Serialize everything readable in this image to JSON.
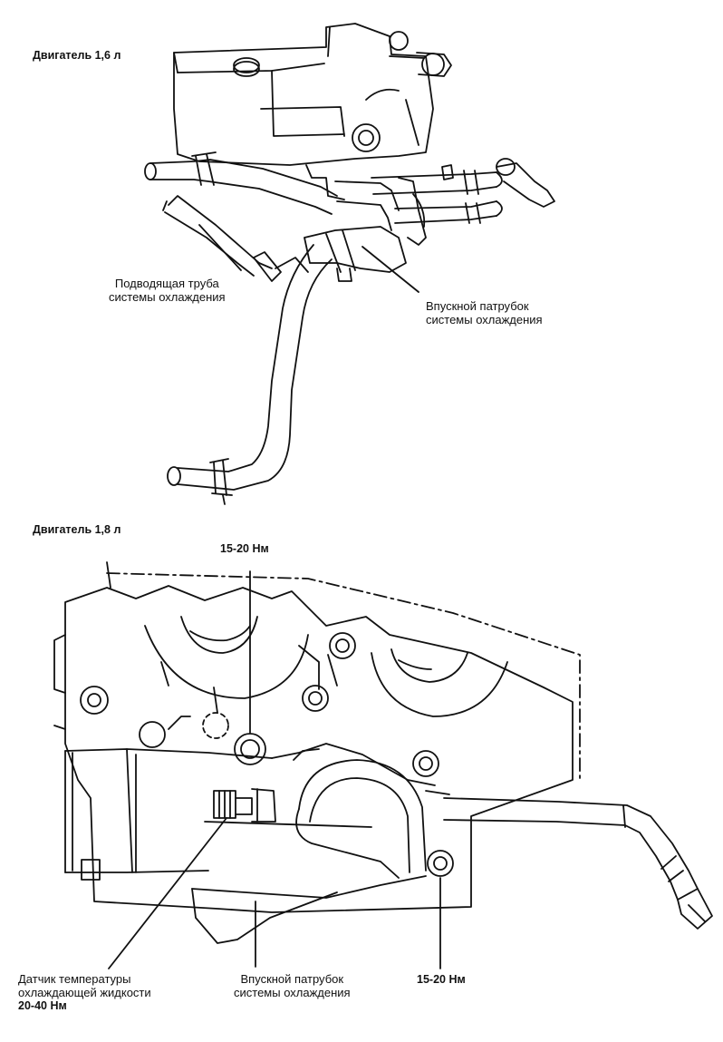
{
  "engine16": {
    "title": "Двигатель 1,6 л",
    "label_inlet_pipe": "Подводящая труба\nсистемы охлаждения",
    "label_inlet_fitting": "Впускной патрубок\nсистемы охлаждения"
  },
  "engine18": {
    "title": "Двигатель 1,8 л",
    "torque_top": "15-20 Нм",
    "sensor_label": "Датчик температуры\nохлаждающей жидкости",
    "sensor_torque": "20-40 Нм",
    "label_inlet_fitting": "Впускной патрубок\nсистемы охлаждения",
    "torque_bottom": "15-20 Нм"
  }
}
